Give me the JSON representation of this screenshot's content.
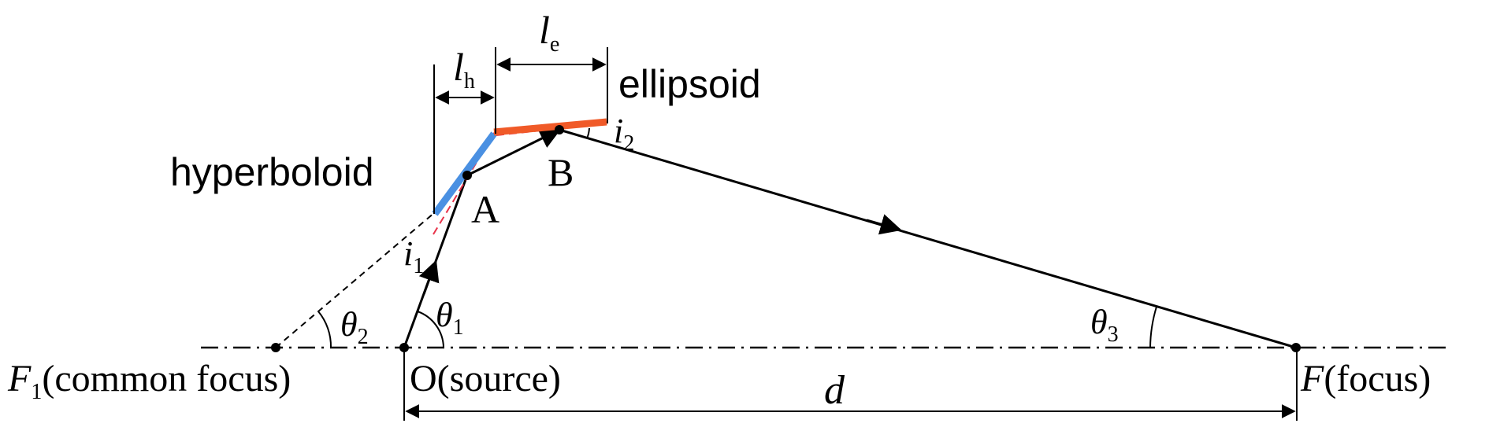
{
  "labels": {
    "l_h_main": "l",
    "l_h_sub": "h",
    "l_e_main": "l",
    "l_e_sub": "e",
    "ellipsoid": "ellipsoid",
    "hyperboloid": "hyperboloid",
    "point_a": "A",
    "point_b": "B",
    "i1_main": "i",
    "i1_sub": "1",
    "i2_main": "i",
    "i2_sub": "2",
    "theta1_main": "θ",
    "theta1_sub": "1",
    "theta2_main": "θ",
    "theta2_sub": "2",
    "theta3_main": "θ",
    "theta3_sub": "3",
    "f1_main": "F",
    "f1_sub": "1",
    "f1_text": "(common focus)",
    "source_text": "O(source)",
    "d_label": "d",
    "focus_main": "F",
    "focus_text": "(focus)"
  },
  "colors": {
    "hyperboloid": "#4a90e2",
    "ellipsoid": "#f05a28",
    "ellipsoid_label": "#f04a3a",
    "dashed_red": "#e8334a",
    "line": "#000000"
  }
}
